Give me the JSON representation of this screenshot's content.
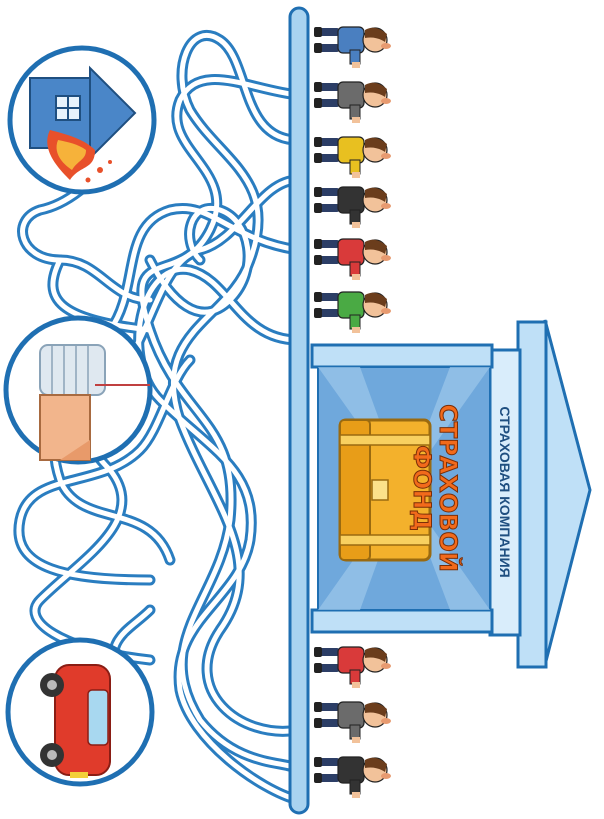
{
  "building": {
    "company_label": "СТРАХОВАЯ КОМПАНИЯ",
    "fund_line1": "СТРАХОВОЙ",
    "fund_line2": "ФОНД"
  },
  "icons": [
    {
      "name": "house-fire-icon"
    },
    {
      "name": "broken-arm-icon"
    },
    {
      "name": "red-car-icon"
    }
  ],
  "people": {
    "top_group_count": 6,
    "bottom_group_count": 3,
    "shirt_colors": [
      "#4a7fc0",
      "#6b6b6b",
      "#e8c020",
      "#333333",
      "#d93a3a",
      "#4aaa44"
    ],
    "bottom_shirt_colors": [
      "#d93a3a",
      "#6b6b6b",
      "#333333"
    ]
  },
  "colors": {
    "outline": "#1f6fb2",
    "maze_line": "#2a7dc0",
    "building_fill": "#bfe0f7",
    "chest": "#f3b12c",
    "fund_text": "#f26a1b"
  }
}
